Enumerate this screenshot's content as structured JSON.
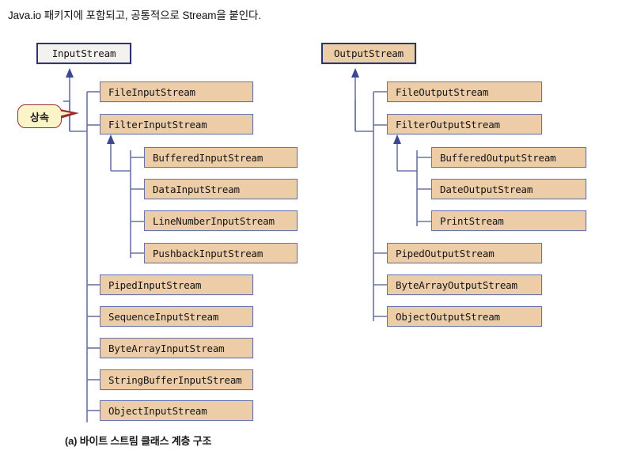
{
  "heading": "Java.io 패키지에 포함되고, 공통적으로 Stream을 붙인다.",
  "caption": "(a) 바이트 스트림 클래스 계층 구조",
  "annotation": {
    "inherit_label": "상속"
  },
  "colors": {
    "box_fill": "#edcda7",
    "box_border": "#6a74a8",
    "root_border": "#2d3570",
    "root_pale_fill": "#f3f2ef",
    "wire": "#6a74a8",
    "callout_fill": "#fbf4c8",
    "callout_border": "#9a2b2b",
    "background": "#ffffff"
  },
  "diagram": {
    "type": "class-hierarchy",
    "trees": [
      {
        "name": "input-stream-tree",
        "root": "InputStream",
        "children": [
          {
            "label": "FileInputStream",
            "children": []
          },
          {
            "label": "FilterInputStream",
            "children": [
              {
                "label": "BufferedInputStream"
              },
              {
                "label": "DataInputStream"
              },
              {
                "label": "LineNumberInputStream"
              },
              {
                "label": "PushbackInputStream"
              }
            ]
          },
          {
            "label": "PipedInputStream",
            "children": []
          },
          {
            "label": "SequenceInputStream",
            "children": []
          },
          {
            "label": "ByteArrayInputStream",
            "children": []
          },
          {
            "label": "StringBufferInputStream",
            "children": []
          },
          {
            "label": "ObjectInputStream",
            "children": []
          }
        ]
      },
      {
        "name": "output-stream-tree",
        "root": "OutputStream",
        "children": [
          {
            "label": "FileOutputStream",
            "children": []
          },
          {
            "label": "FilterOutputStream",
            "children": [
              {
                "label": "BufferedOutputStream"
              },
              {
                "label": "DateOutputStream"
              },
              {
                "label": "PrintStream"
              }
            ]
          },
          {
            "label": "PipedOutputStream",
            "children": []
          },
          {
            "label": "ByteArrayOutputStream",
            "children": []
          },
          {
            "label": "ObjectOutputStream",
            "children": []
          }
        ]
      }
    ]
  },
  "nodes": {
    "input_root": "InputStream",
    "file_input": "FileInputStream",
    "filter_input": "FilterInputStream",
    "buffered_input": "BufferedInputStream",
    "data_input": "DataInputStream",
    "linenumber_input": "LineNumberInputStream",
    "pushback_input": "PushbackInputStream",
    "piped_input": "PipedInputStream",
    "sequence_input": "SequenceInputStream",
    "bytearray_input": "ByteArrayInputStream",
    "stringbuffer_input": "StringBufferInputStream",
    "object_input": "ObjectInputStream",
    "output_root": "OutputStream",
    "file_output": "FileOutputStream",
    "filter_output": "FilterOutputStream",
    "buffered_output": "BufferedOutputStream",
    "date_output": "DateOutputStream",
    "print_stream": "PrintStream",
    "piped_output": "PipedOutputStream",
    "bytearray_output": "ByteArrayOutputStream",
    "object_output": "ObjectOutputStream"
  }
}
